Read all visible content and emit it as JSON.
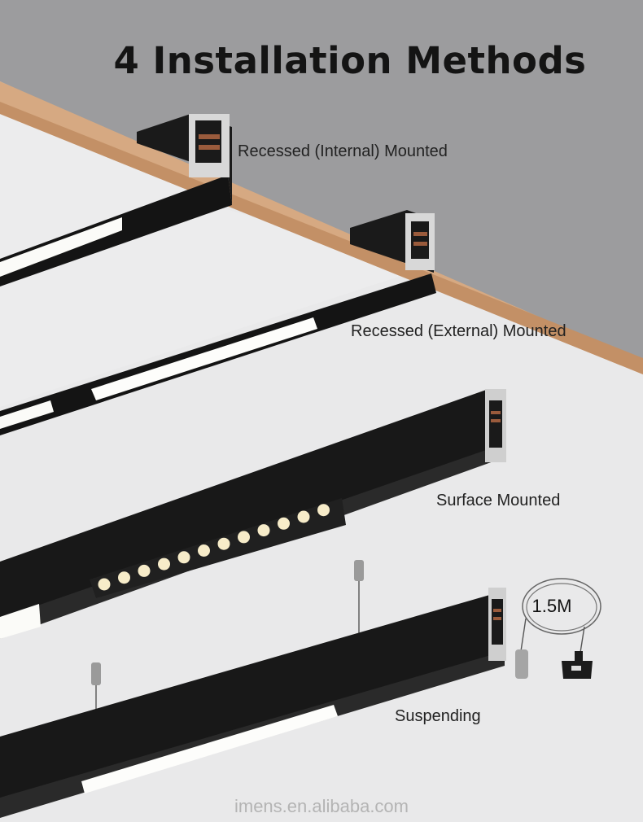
{
  "title": "4 Installation Methods",
  "methods": [
    {
      "label": "Recessed (Internal) Mounted"
    },
    {
      "label": "Recessed (External) Mounted"
    },
    {
      "label": "Surface Mounted"
    },
    {
      "label": "Suspending"
    }
  ],
  "cable_length": "1.5M",
  "watermark": "imens.en.alibaba.com",
  "colors": {
    "wall": "#9d9d9f",
    "ceiling": "#e9e9ea",
    "wood": "#d2a57d",
    "fixture": "#151515",
    "light": "#fdfdfb"
  }
}
